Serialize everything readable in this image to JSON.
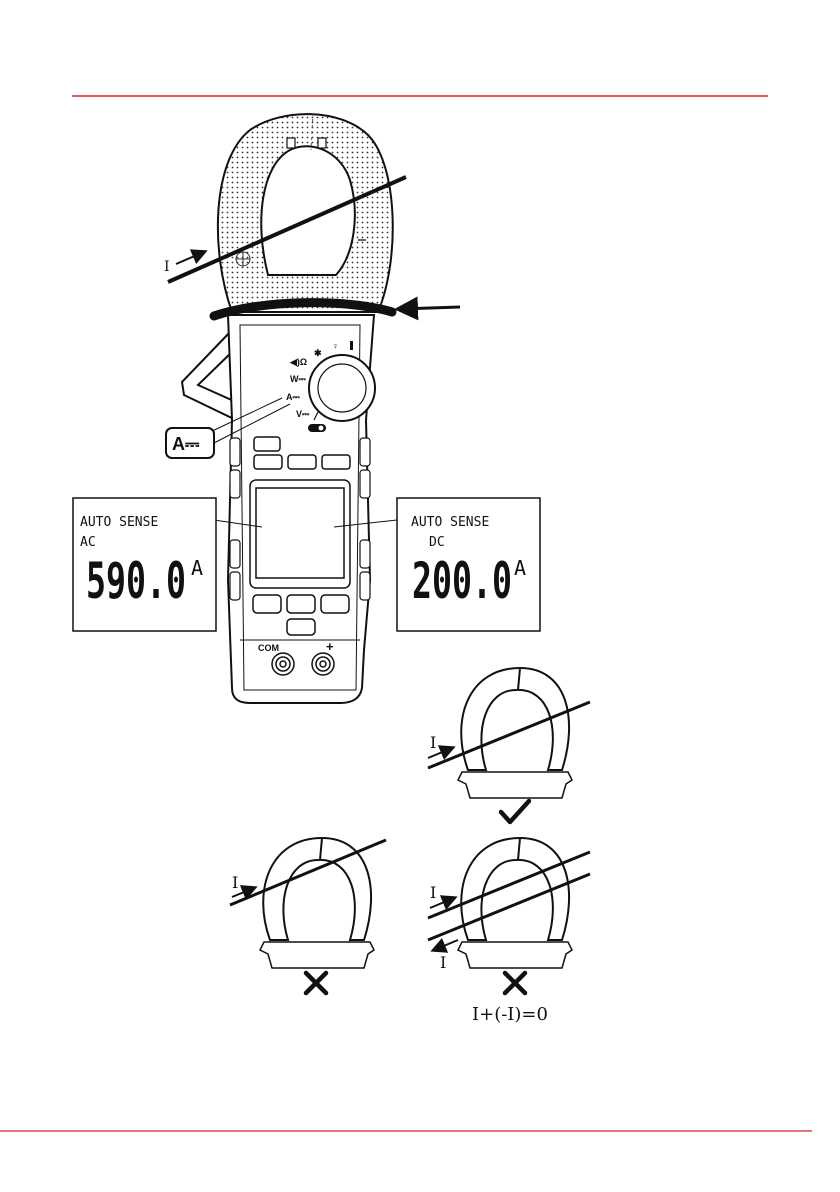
{
  "colors": {
    "rule": "#d8232a",
    "ink": "#111111",
    "hatch": "#bdbdbd"
  },
  "current_symbol": "I",
  "mode_badge": "A⎓",
  "meter": {
    "dial_labels": {
      "a": "A⎓",
      "w": "W⎓",
      "v": "V⎓"
    },
    "terminals": {
      "com": "COM",
      "plus": "+"
    }
  },
  "display_ac": {
    "mode": "AUTO SENSE",
    "type": "AC",
    "value": "590.0",
    "unit": "A"
  },
  "display_dc": {
    "mode": "AUTO SENSE",
    "type": "DC",
    "value": "200.0",
    "unit": "A"
  },
  "examples": {
    "correct": {
      "current": "I",
      "mark": "check-icon"
    },
    "wrong_single": {
      "current": "I",
      "mark": "cross-icon"
    },
    "wrong_double": {
      "current_in": "I",
      "current_out": "I",
      "mark": "cross-icon",
      "equation": "I+(-I)=0"
    }
  }
}
